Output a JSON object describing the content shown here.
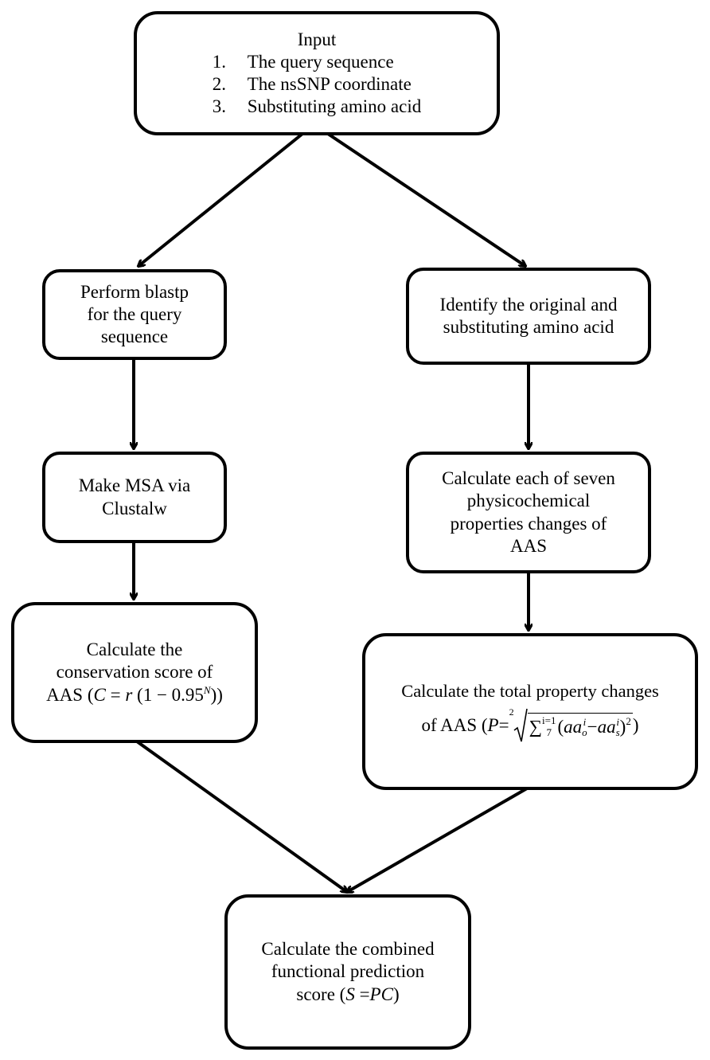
{
  "input_box": {
    "title": "Input",
    "items": [
      {
        "num": "1.",
        "text": "The query sequence"
      },
      {
        "num": "2.",
        "text": "The nsSNP coordinate"
      },
      {
        "num": "3.",
        "text": "Substituting amino acid"
      }
    ]
  },
  "blastp_box": {
    "lines": [
      "Perform blastp",
      "for the query",
      "sequence"
    ]
  },
  "identify_box": {
    "lines": [
      "Identify the original and",
      "substituting amino acid"
    ]
  },
  "msa_box": {
    "lines": [
      "Make MSA via",
      "Clustalw"
    ]
  },
  "physchem_box": {
    "lines": [
      "Calculate each of seven",
      "physicochemical",
      "properties changes of",
      "AAS"
    ]
  },
  "conservation_box": {
    "line1": "Calculate the",
    "line2": "conservation score of",
    "formula_prefix": "AAS (",
    "formula_var_c": "C",
    "formula_eq": " = ",
    "formula_var_r": "r",
    "formula_mid": " (1 − 0.95",
    "formula_exp": "N",
    "formula_suffix": "))"
  },
  "total_property_box": {
    "line1": "Calculate the total property changes",
    "formula_prefix": "of AAS (",
    "formula_var_p": "P",
    "formula_eq": " = ",
    "root_index": "2",
    "sum_symbol": "∑",
    "sum_sup": "i=1",
    "sum_sub": "7",
    "term_open": "(",
    "term_a": "aa",
    "term_a_sup": "i",
    "term_a_sub": "o",
    "term_minus": " − ",
    "term_b": "aa",
    "term_b_sup": "i",
    "term_b_sub": "s",
    "term_close": ")",
    "term_square": "2",
    "formula_suffix": ")"
  },
  "combined_box": {
    "line1": "Calculate the combined",
    "line2": "functional prediction",
    "formula_prefix": "score (",
    "formula_var": "S",
    "formula_eq": " =",
    "formula_rhs": "PC",
    "formula_suffix": ")"
  }
}
